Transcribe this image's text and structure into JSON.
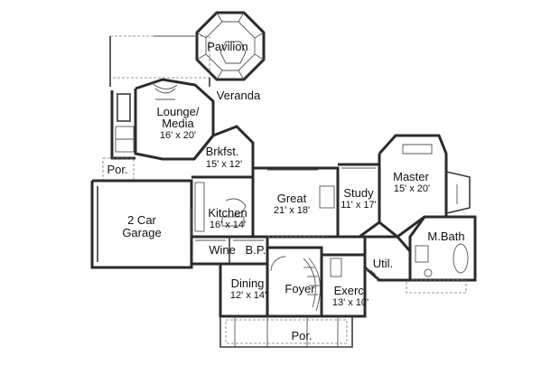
{
  "rooms": {
    "pavilion": {
      "name": "Pavilion"
    },
    "veranda": {
      "name": "Veranda"
    },
    "lounge": {
      "name_line1": "Lounge/",
      "name_line2": "Media",
      "dims": "16' x 20'"
    },
    "breakfast": {
      "name": "Brkfst.",
      "dims": "15' x 12'"
    },
    "porch_side": {
      "name": "Por."
    },
    "garage": {
      "name_line1": "2 Car",
      "name_line2": "Garage"
    },
    "kitchen": {
      "name": "Kitchen",
      "dims": "16' x 14'"
    },
    "great": {
      "name": "Great",
      "dims": "21' x 18'"
    },
    "study": {
      "name": "Study",
      "dims": "11' x 17'"
    },
    "master": {
      "name": "Master",
      "dims": "15' x 20'"
    },
    "master_bath": {
      "name": "M.Bath"
    },
    "wine": {
      "name": "Wine"
    },
    "butler_pantry": {
      "name": "B.P."
    },
    "utility": {
      "name": "Util."
    },
    "dining": {
      "name": "Dining",
      "dims": "12' x 14'"
    },
    "foyer": {
      "name": "Foyer"
    },
    "exercise": {
      "name": "Exerc.",
      "dims": "13' x 10'"
    },
    "porch_front": {
      "name": "Por."
    }
  }
}
